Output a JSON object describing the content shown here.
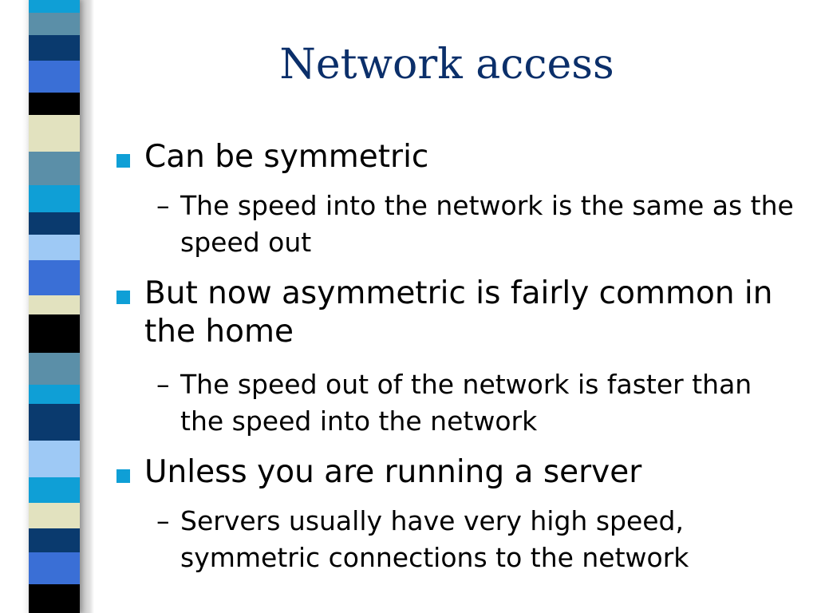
{
  "slide": {
    "title": "Network access",
    "bullets": [
      {
        "text": "Can be symmetric",
        "sub": [
          "The speed into the network is the same as the speed out"
        ]
      },
      {
        "text": "But now asymmetric is fairly common in the home",
        "sub": [
          "The speed out of the network is faster than the speed into the network"
        ]
      },
      {
        "text": "Unless you are running a server",
        "sub": [
          "Servers usually have very high speed, symmetric connections to the network"
        ]
      }
    ]
  },
  "colors": {
    "title": "#0b2f6a",
    "bullet_marker": "#0f9fd6",
    "stripe_palette": [
      "#0f9fd6",
      "#5b8fa8",
      "#0a3a6e",
      "#3a6fd6",
      "#000000",
      "#e2e2bf",
      "#9ec9f5",
      "#1e7fc4"
    ]
  }
}
